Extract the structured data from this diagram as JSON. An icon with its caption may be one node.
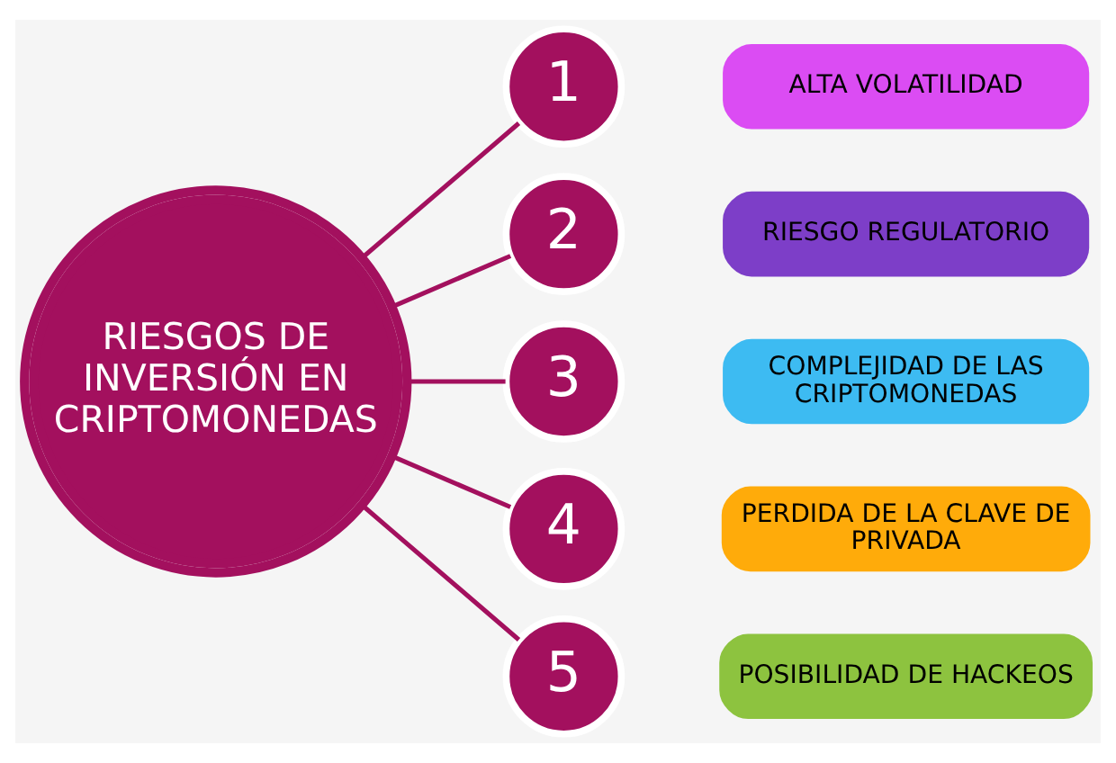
{
  "diagram": {
    "nodes": [
      {
        "text": [
          "RIESGOS DE INVERSIÓN EN CRIPTOMONEDAS"
        ]
      },
      {
        "text": [
          "1"
        ]
      },
      {
        "text": [
          "ALTA VOLATILIDAD"
        ]
      },
      {
        "text": [
          "2"
        ]
      },
      {
        "text": [
          "RIESGO REGULATORIO"
        ]
      },
      {
        "text": [
          "3"
        ]
      },
      {
        "text": [
          "COMPLEJIDAD DE LAS CRIPTOMONEDAS"
        ]
      },
      {
        "text": [
          "4"
        ]
      },
      {
        "text": [
          "PERDIDA DE LA CLAVE DE PRIVADA"
        ]
      },
      {
        "text": [
          "5"
        ]
      },
      {
        "text": [
          "POSIBILIDAD DE HACKEOS"
        ]
      }
    ],
    "edges": [
      {
        "from": 0,
        "to": 1,
        "arrow": "none"
      },
      {
        "from": 0,
        "to": 3,
        "arrow": "none"
      },
      {
        "from": 0,
        "to": 5,
        "arrow": "none"
      },
      {
        "from": 0,
        "to": 7,
        "arrow": "none"
      },
      {
        "from": 0,
        "to": 9,
        "arrow": "none"
      }
    ]
  }
}
